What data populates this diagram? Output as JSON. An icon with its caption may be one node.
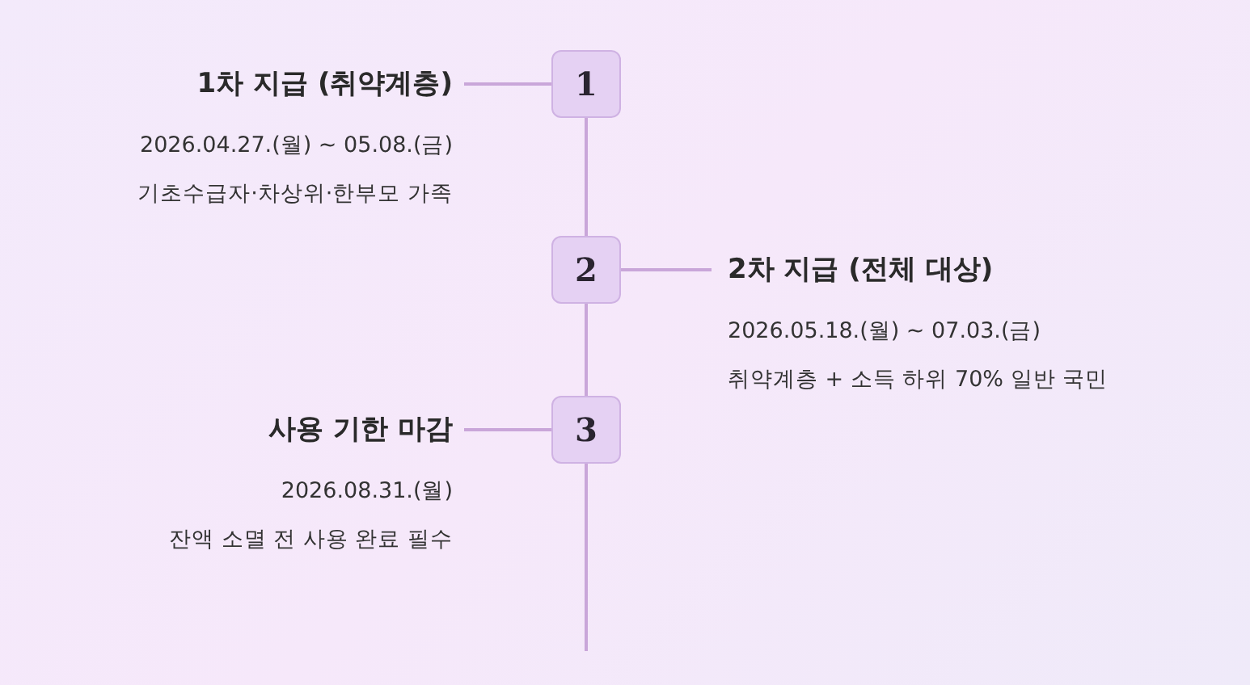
{
  "diagram": {
    "nodes": [
      {
        "text": [
          "1차 지급 (취약계층)",
          "2026.04.27.(월) ~ 05.08.(금)",
          "기초수급자·차상위·한부모 가족"
        ]
      },
      {
        "text": [
          "1"
        ]
      },
      {
        "text": [
          "2"
        ]
      },
      {
        "text": [
          "2차 지급 (전체 대상)",
          "2026.05.18.(월) ~ 07.03.(금)",
          "취약계층 + 소득 하위 70% 일반 국민"
        ]
      },
      {
        "text": [
          "사용 기한 마감",
          "2026.08.31.(월)",
          "잔액 소멸 전 사용 완료 필수"
        ]
      },
      {
        "text": [
          "3"
        ]
      }
    ],
    "edges": [
      {
        "from": 0,
        "to": 1,
        "arrow": "none"
      },
      {
        "from": 1,
        "to": 2,
        "arrow": "none"
      },
      {
        "from": 2,
        "to": 3,
        "arrow": "none"
      },
      {
        "from": 4,
        "to": 5,
        "arrow": "none"
      },
      {
        "from": 2,
        "to": 5,
        "arrow": "none"
      },
      {
        "from": 5,
        "to": null,
        "arrow": "none"
      }
    ]
  }
}
